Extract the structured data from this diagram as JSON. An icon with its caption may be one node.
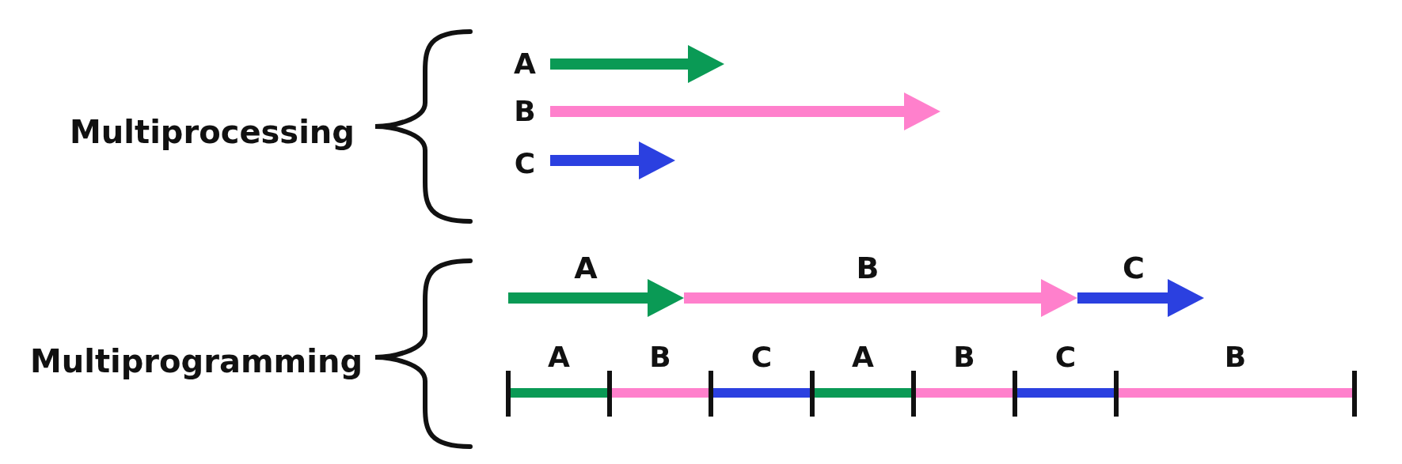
{
  "diagram": {
    "labels": [
      "Multiprocessing",
      "A",
      "B",
      "C",
      "Multiprogramming",
      "A",
      "B",
      "C",
      "A",
      "B",
      "C",
      "A",
      "B",
      "C",
      "B"
    ]
  }
}
